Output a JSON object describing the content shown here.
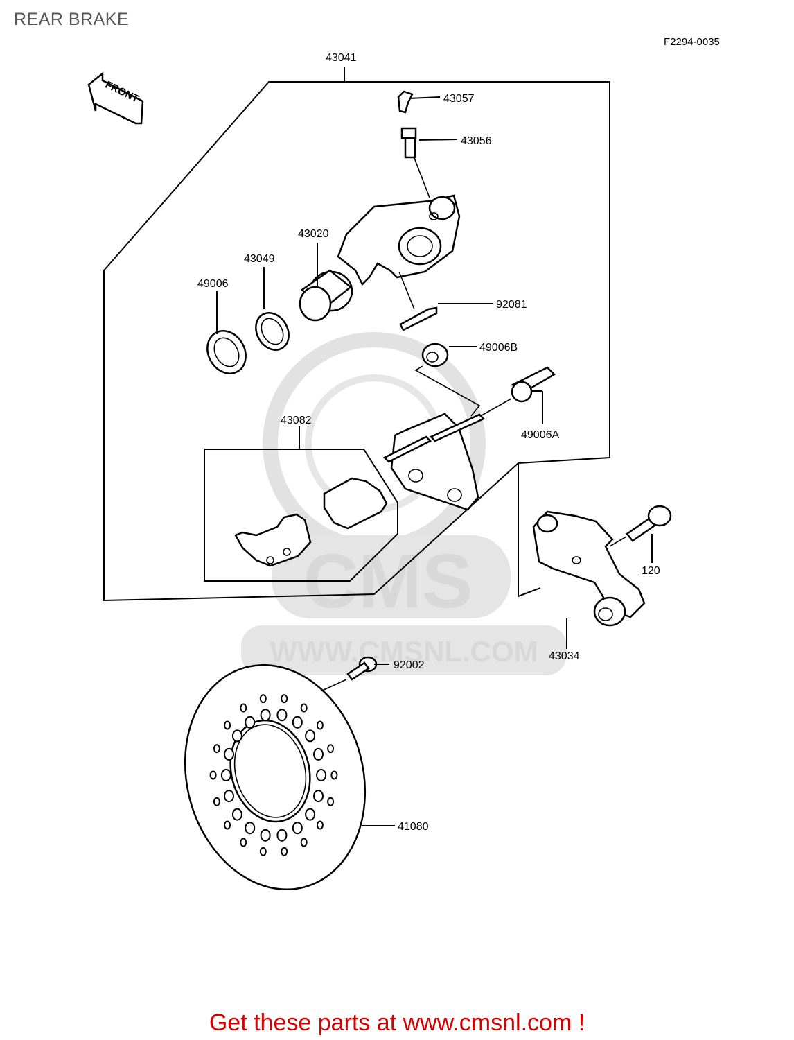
{
  "header": {
    "title": "REAR BRAKE",
    "figure_code": "F2294-0035"
  },
  "footer": {
    "text": "Get these parts at www.cmsnl.com !"
  },
  "watermark": {
    "brand": "CMS",
    "url": "WWW.CMSNL.COM"
  },
  "front_arrow": {
    "label": "FRONT"
  },
  "part_labels": {
    "p43041": "43041",
    "p43057": "43057",
    "p43056": "43056",
    "p43020": "43020",
    "p43049": "43049",
    "p49006": "49006",
    "p92081": "92081",
    "p49006B": "49006B",
    "p49006A": "49006A",
    "p43082": "43082",
    "p120": "120",
    "p43034": "43034",
    "p92002": "92002",
    "p41080": "41080"
  },
  "colors": {
    "footer": "#d40000",
    "watermark": "#d8d8d8",
    "line": "#000000"
  }
}
